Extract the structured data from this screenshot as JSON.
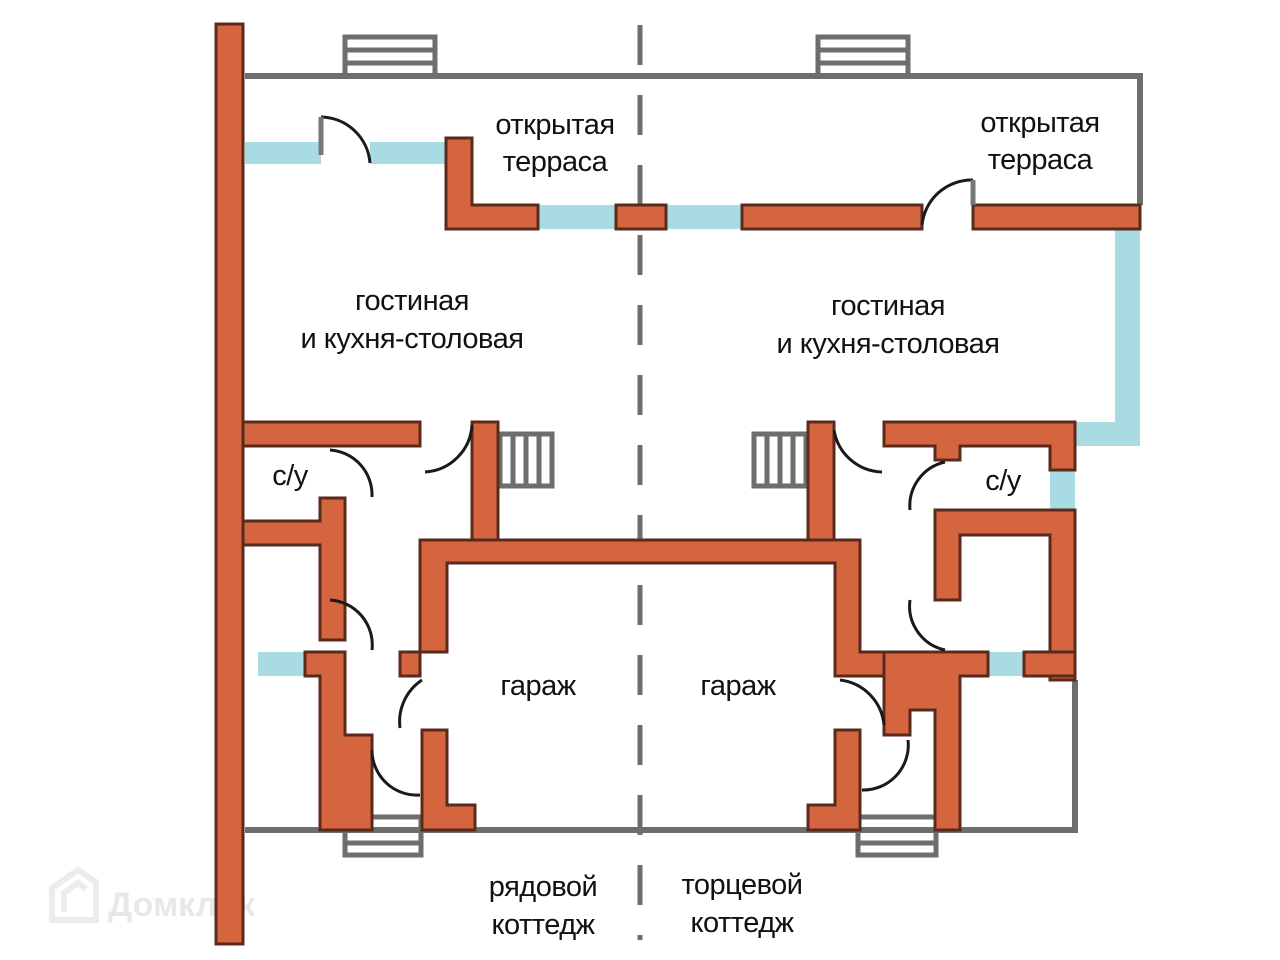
{
  "title": "Floor plan: row and end cottages",
  "colors": {
    "wall": "#d4653f",
    "wall_edge": "#5a2a1c",
    "window": "#a9dbe2",
    "outline": "#6e6e6e"
  },
  "rooms": {
    "left": {
      "terrace_line1": "открытая",
      "terrace_line2": "терраса",
      "living_line1": "гостиная",
      "living_line2": "и кухня-столовая",
      "wc": "с/у",
      "garage": "гараж",
      "cottage_type_line1": "рядовой",
      "cottage_type_line2": "коттедж"
    },
    "right": {
      "terrace_line1": "открытая",
      "terrace_line2": "терраса",
      "living_line1": "гостиная",
      "living_line2": "и кухня-столовая",
      "wc": "с/у",
      "garage": "гараж",
      "cottage_type_line1": "торцевой",
      "cottage_type_line2": "коттедж"
    }
  },
  "watermark": {
    "brand": "Домклик",
    "icon": "house-logo-icon"
  }
}
